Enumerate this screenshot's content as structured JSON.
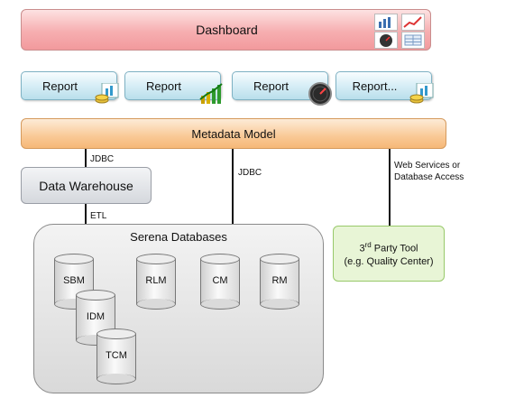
{
  "dashboard": {
    "label": "Dashboard",
    "icons": [
      "gauge-icon",
      "bar-chart-icon",
      "line-chart-icon",
      "table-icon"
    ]
  },
  "reports": [
    {
      "label": "Report",
      "icon": "coins-chart-icon"
    },
    {
      "label": "Report",
      "icon": "rising-chart-icon"
    },
    {
      "label": "Report",
      "icon": "gauge-icon"
    },
    {
      "label": "Report...",
      "icon": "coins-chart-icon"
    }
  ],
  "metadata_model": {
    "label": "Metadata Model"
  },
  "data_warehouse": {
    "label": "Data Warehouse"
  },
  "connectors": {
    "jdbc_left": "JDBC",
    "jdbc_right": "JDBC",
    "etl": "ETL",
    "web_services_line1": "Web Services or",
    "web_services_line2": "Database Access"
  },
  "serena": {
    "title": "Serena Databases",
    "databases": [
      "SBM",
      "IDM",
      "TCM",
      "RLM",
      "CM",
      "RM"
    ]
  },
  "third_party": {
    "prefix": "3",
    "superscript": "rd",
    "suffix": " Party Tool",
    "line2": "(e.g. Quality Center)"
  }
}
